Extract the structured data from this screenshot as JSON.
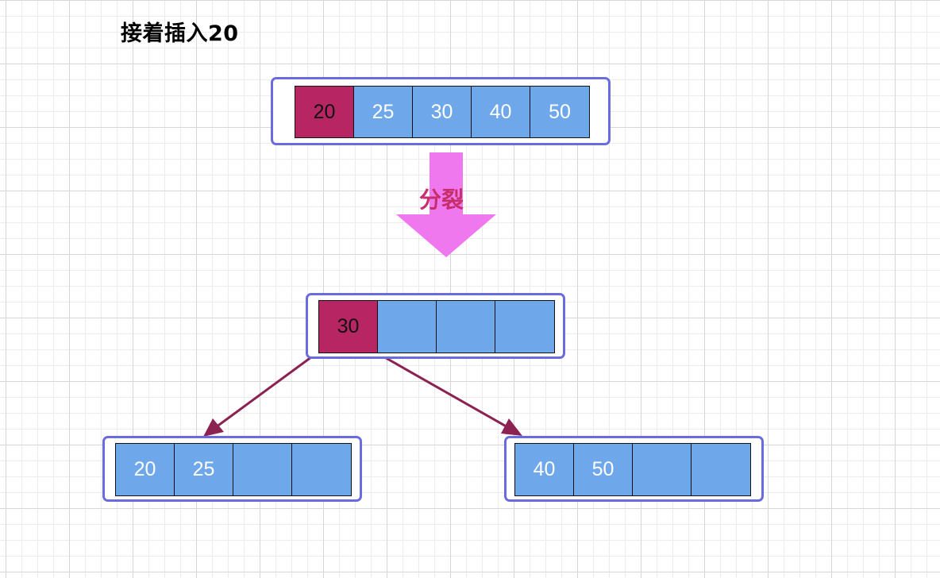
{
  "title": "接着插入20",
  "split_label": "分裂",
  "colors": {
    "node_border": "#6b6be0",
    "key_fill": "#6fa8ea",
    "highlight_fill": "#b72662",
    "arrow_fill": "#ef78ef",
    "edge": "#8b2252",
    "split_text": "#c72e6b"
  },
  "before_node": {
    "keys": [
      "20",
      "25",
      "30",
      "40",
      "50"
    ],
    "highlight_index": 0
  },
  "after_root": {
    "keys": [
      "30",
      "",
      "",
      ""
    ],
    "highlight_index": 0
  },
  "left_child": {
    "keys": [
      "20",
      "25",
      "",
      ""
    ]
  },
  "right_child": {
    "keys": [
      "40",
      "50",
      "",
      ""
    ]
  }
}
